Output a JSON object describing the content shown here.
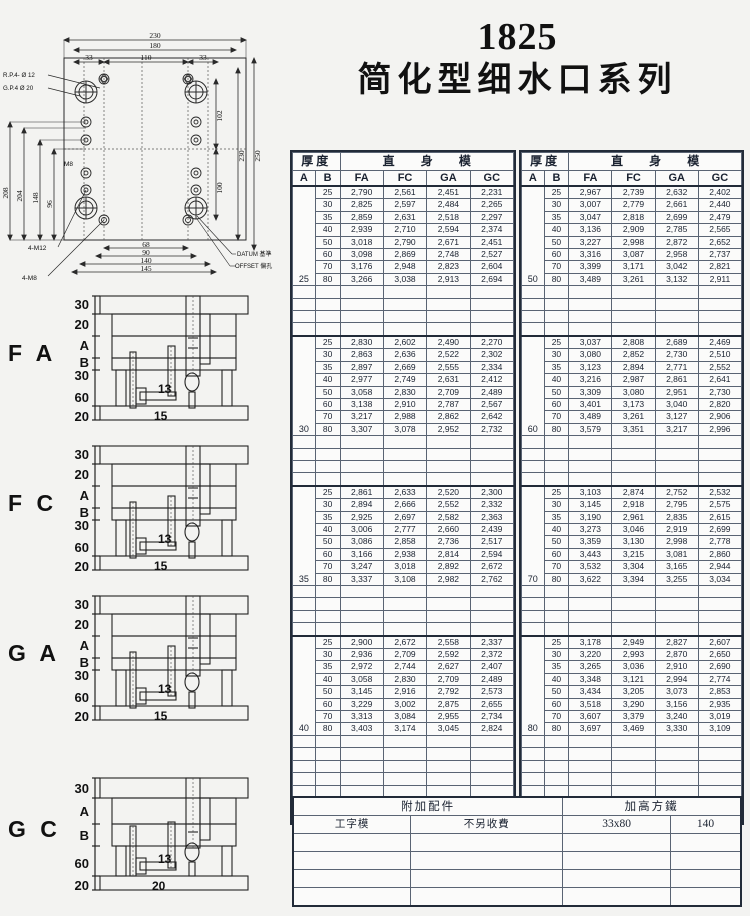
{
  "title": {
    "number": "1825",
    "series_cn": "简化型细水口系列"
  },
  "plan_drawing": {
    "name": "mold-base-plan-view",
    "dimensions": {
      "top": [
        "230",
        "180",
        "110",
        "33",
        "33"
      ],
      "left": [
        "208",
        "204",
        "148",
        "96"
      ],
      "right": [
        "102",
        "100",
        "230",
        "250"
      ],
      "bottom": [
        "68",
        "90",
        "140",
        "145"
      ]
    },
    "annotations": [
      "R.P.4- Ø 12",
      "G.P.4  Ø 20",
      "M8",
      "4-M12",
      "4-M8",
      "DATUM 基準",
      "OFFSET 偏孔"
    ]
  },
  "elevations": [
    {
      "label": "F A",
      "left_marks": [
        "30",
        "20",
        "A",
        "B",
        "30",
        "60",
        "20"
      ],
      "inner_marks": [
        "13",
        "15"
      ]
    },
    {
      "label": "F C",
      "left_marks": [
        "30",
        "20",
        "A",
        "B",
        "30",
        "60",
        "20"
      ],
      "inner_marks": [
        "13",
        "15"
      ]
    },
    {
      "label": "G A",
      "left_marks": [
        "30",
        "20",
        "A",
        "B",
        "30",
        "60",
        "20"
      ],
      "inner_marks": [
        "13",
        "15"
      ]
    },
    {
      "label": "G C",
      "left_marks": [
        "30",
        "A",
        "B",
        "60",
        "20"
      ],
      "inner_marks": [
        "13",
        "20"
      ]
    }
  ],
  "table_headers": {
    "thickness": "厚度",
    "mold": "直 身 模",
    "a": "A",
    "b": "B",
    "cols": [
      "FA",
      "FC",
      "GA",
      "GC"
    ]
  },
  "chart_data": {
    "type": "table",
    "title": "1825 简化型细水口系列",
    "columns": [
      "A",
      "B",
      "FA",
      "FC",
      "GA",
      "GC"
    ],
    "left_table": [
      {
        "a": "25",
        "rows": [
          {
            "b": "25",
            "FA": "2,790",
            "FC": "2,561",
            "GA": "2,451",
            "GC": "2,231"
          },
          {
            "b": "30",
            "FA": "2,825",
            "FC": "2,597",
            "GA": "2,484",
            "GC": "2,265"
          },
          {
            "b": "35",
            "FA": "2,859",
            "FC": "2,631",
            "GA": "2,518",
            "GC": "2,297"
          },
          {
            "b": "40",
            "FA": "2,939",
            "FC": "2,710",
            "GA": "2,594",
            "GC": "2,374"
          },
          {
            "b": "50",
            "FA": "3,018",
            "FC": "2,790",
            "GA": "2,671",
            "GC": "2,451"
          },
          {
            "b": "60",
            "FA": "3,098",
            "FC": "2,869",
            "GA": "2,748",
            "GC": "2,527"
          },
          {
            "b": "70",
            "FA": "3,176",
            "FC": "2,948",
            "GA": "2,823",
            "GC": "2,604"
          },
          {
            "b": "80",
            "FA": "3,266",
            "FC": "3,038",
            "GA": "2,913",
            "GC": "2,694"
          }
        ]
      },
      {
        "a": "30",
        "rows": [
          {
            "b": "25",
            "FA": "2,830",
            "FC": "2,602",
            "GA": "2,490",
            "GC": "2,270"
          },
          {
            "b": "30",
            "FA": "2,863",
            "FC": "2,636",
            "GA": "2,522",
            "GC": "2,302"
          },
          {
            "b": "35",
            "FA": "2,897",
            "FC": "2,669",
            "GA": "2,555",
            "GC": "2,334"
          },
          {
            "b": "40",
            "FA": "2,977",
            "FC": "2,749",
            "GA": "2,631",
            "GC": "2,412"
          },
          {
            "b": "50",
            "FA": "3,058",
            "FC": "2,830",
            "GA": "2,709",
            "GC": "2,489"
          },
          {
            "b": "60",
            "FA": "3,138",
            "FC": "2,910",
            "GA": "2,787",
            "GC": "2,567"
          },
          {
            "b": "70",
            "FA": "3,217",
            "FC": "2,988",
            "GA": "2,862",
            "GC": "2,642"
          },
          {
            "b": "80",
            "FA": "3,307",
            "FC": "3,078",
            "GA": "2,952",
            "GC": "2,732"
          }
        ]
      },
      {
        "a": "35",
        "rows": [
          {
            "b": "25",
            "FA": "2,861",
            "FC": "2,633",
            "GA": "2,520",
            "GC": "2,300"
          },
          {
            "b": "30",
            "FA": "2,894",
            "FC": "2,666",
            "GA": "2,552",
            "GC": "2,332"
          },
          {
            "b": "35",
            "FA": "2,925",
            "FC": "2,697",
            "GA": "2,582",
            "GC": "2,363"
          },
          {
            "b": "40",
            "FA": "3,006",
            "FC": "2,777",
            "GA": "2,660",
            "GC": "2,439"
          },
          {
            "b": "50",
            "FA": "3,086",
            "FC": "2,858",
            "GA": "2,736",
            "GC": "2,517"
          },
          {
            "b": "60",
            "FA": "3,166",
            "FC": "2,938",
            "GA": "2,814",
            "GC": "2,594"
          },
          {
            "b": "70",
            "FA": "3,247",
            "FC": "3,018",
            "GA": "2,892",
            "GC": "2,672"
          },
          {
            "b": "80",
            "FA": "3,337",
            "FC": "3,108",
            "GA": "2,982",
            "GC": "2,762"
          }
        ]
      },
      {
        "a": "40",
        "rows": [
          {
            "b": "25",
            "FA": "2,900",
            "FC": "2,672",
            "GA": "2,558",
            "GC": "2,337"
          },
          {
            "b": "30",
            "FA": "2,936",
            "FC": "2,709",
            "GA": "2,592",
            "GC": "2,372"
          },
          {
            "b": "35",
            "FA": "2,972",
            "FC": "2,744",
            "GA": "2,627",
            "GC": "2,407"
          },
          {
            "b": "40",
            "FA": "3,058",
            "FC": "2,830",
            "GA": "2,709",
            "GC": "2,489"
          },
          {
            "b": "50",
            "FA": "3,145",
            "FC": "2,916",
            "GA": "2,792",
            "GC": "2,573"
          },
          {
            "b": "60",
            "FA": "3,229",
            "FC": "3,002",
            "GA": "2,875",
            "GC": "2,655"
          },
          {
            "b": "70",
            "FA": "3,313",
            "FC": "3,084",
            "GA": "2,955",
            "GC": "2,734"
          },
          {
            "b": "80",
            "FA": "3,403",
            "FC": "3,174",
            "GA": "3,045",
            "GC": "2,824"
          }
        ]
      }
    ],
    "right_table": [
      {
        "a": "50",
        "rows": [
          {
            "b": "25",
            "FA": "2,967",
            "FC": "2,739",
            "GA": "2,632",
            "GC": "2,402"
          },
          {
            "b": "30",
            "FA": "3,007",
            "FC": "2,779",
            "GA": "2,661",
            "GC": "2,440"
          },
          {
            "b": "35",
            "FA": "3,047",
            "FC": "2,818",
            "GA": "2,699",
            "GC": "2,479"
          },
          {
            "b": "40",
            "FA": "3,136",
            "FC": "2,909",
            "GA": "2,785",
            "GC": "2,565"
          },
          {
            "b": "50",
            "FA": "3,227",
            "FC": "2,998",
            "GA": "2,872",
            "GC": "2,652"
          },
          {
            "b": "60",
            "FA": "3,316",
            "FC": "3,087",
            "GA": "2,958",
            "GC": "2,737"
          },
          {
            "b": "70",
            "FA": "3,399",
            "FC": "3,171",
            "GA": "3,042",
            "GC": "2,821"
          },
          {
            "b": "80",
            "FA": "3,489",
            "FC": "3,261",
            "GA": "3,132",
            "GC": "2,911"
          }
        ]
      },
      {
        "a": "60",
        "rows": [
          {
            "b": "25",
            "FA": "3,037",
            "FC": "2,808",
            "GA": "2,689",
            "GC": "2,469"
          },
          {
            "b": "30",
            "FA": "3,080",
            "FC": "2,852",
            "GA": "2,730",
            "GC": "2,510"
          },
          {
            "b": "35",
            "FA": "3,123",
            "FC": "2,894",
            "GA": "2,771",
            "GC": "2,552"
          },
          {
            "b": "40",
            "FA": "3,216",
            "FC": "2,987",
            "GA": "2,861",
            "GC": "2,641"
          },
          {
            "b": "50",
            "FA": "3,309",
            "FC": "3,080",
            "GA": "2,951",
            "GC": "2,730"
          },
          {
            "b": "60",
            "FA": "3,401",
            "FC": "3,173",
            "GA": "3,040",
            "GC": "2,820"
          },
          {
            "b": "70",
            "FA": "3,489",
            "FC": "3,261",
            "GA": "3,127",
            "GC": "2,906"
          },
          {
            "b": "80",
            "FA": "3,579",
            "FC": "3,351",
            "GA": "3,217",
            "GC": "2,996"
          }
        ]
      },
      {
        "a": "70",
        "rows": [
          {
            "b": "25",
            "FA": "3,103",
            "FC": "2,874",
            "GA": "2,752",
            "GC": "2,532"
          },
          {
            "b": "30",
            "FA": "3,145",
            "FC": "2,918",
            "GA": "2,795",
            "GC": "2,575"
          },
          {
            "b": "35",
            "FA": "3,190",
            "FC": "2,961",
            "GA": "2,835",
            "GC": "2,615"
          },
          {
            "b": "40",
            "FA": "3,273",
            "FC": "3,046",
            "GA": "2,919",
            "GC": "2,699"
          },
          {
            "b": "50",
            "FA": "3,359",
            "FC": "3,130",
            "GA": "2,998",
            "GC": "2,778"
          },
          {
            "b": "60",
            "FA": "3,443",
            "FC": "3,215",
            "GA": "3,081",
            "GC": "2,860"
          },
          {
            "b": "70",
            "FA": "3,532",
            "FC": "3,304",
            "GA": "3,165",
            "GC": "2,944"
          },
          {
            "b": "80",
            "FA": "3,622",
            "FC": "3,394",
            "GA": "3,255",
            "GC": "3,034"
          }
        ]
      },
      {
        "a": "80",
        "rows": [
          {
            "b": "25",
            "FA": "3,178",
            "FC": "2,949",
            "GA": "2,827",
            "GC": "2,607"
          },
          {
            "b": "30",
            "FA": "3,220",
            "FC": "2,993",
            "GA": "2,870",
            "GC": "2,650"
          },
          {
            "b": "35",
            "FA": "3,265",
            "FC": "3,036",
            "GA": "2,910",
            "GC": "2,690"
          },
          {
            "b": "40",
            "FA": "3,348",
            "FC": "3,121",
            "GA": "2,994",
            "GC": "2,774"
          },
          {
            "b": "50",
            "FA": "3,434",
            "FC": "3,205",
            "GA": "3,073",
            "GC": "2,853"
          },
          {
            "b": "60",
            "FA": "3,518",
            "FC": "3,290",
            "GA": "3,156",
            "GC": "2,935"
          },
          {
            "b": "70",
            "FA": "3,607",
            "FC": "3,379",
            "GA": "3,240",
            "GC": "3,019"
          },
          {
            "b": "80",
            "FA": "3,697",
            "FC": "3,469",
            "GA": "3,330",
            "GC": "3,109"
          }
        ]
      }
    ]
  },
  "accessory_table": {
    "group_1": "附加配件",
    "group_2": "加高方鐵",
    "cells": [
      "工字模",
      "不另收費",
      "33x80",
      "140"
    ],
    "empty_rows": 4
  }
}
